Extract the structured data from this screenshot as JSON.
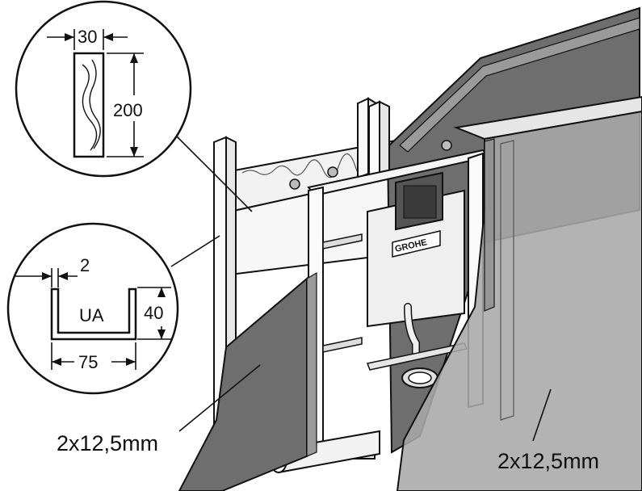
{
  "detail_wood": {
    "width_label": "30",
    "height_label": "200"
  },
  "detail_profile": {
    "thickness_label": "2",
    "name_label": "UA",
    "height_label": "40",
    "width_label": "75"
  },
  "panel_labels": {
    "left": "2x12,5mm",
    "right": "2x12,5mm"
  },
  "brand": {
    "logo_text": "GROHE"
  },
  "colors": {
    "board_dark": "#6e6e6e",
    "board_light": "#a8a8a8",
    "wall_top": "#eaeaea",
    "line": "#111111"
  }
}
